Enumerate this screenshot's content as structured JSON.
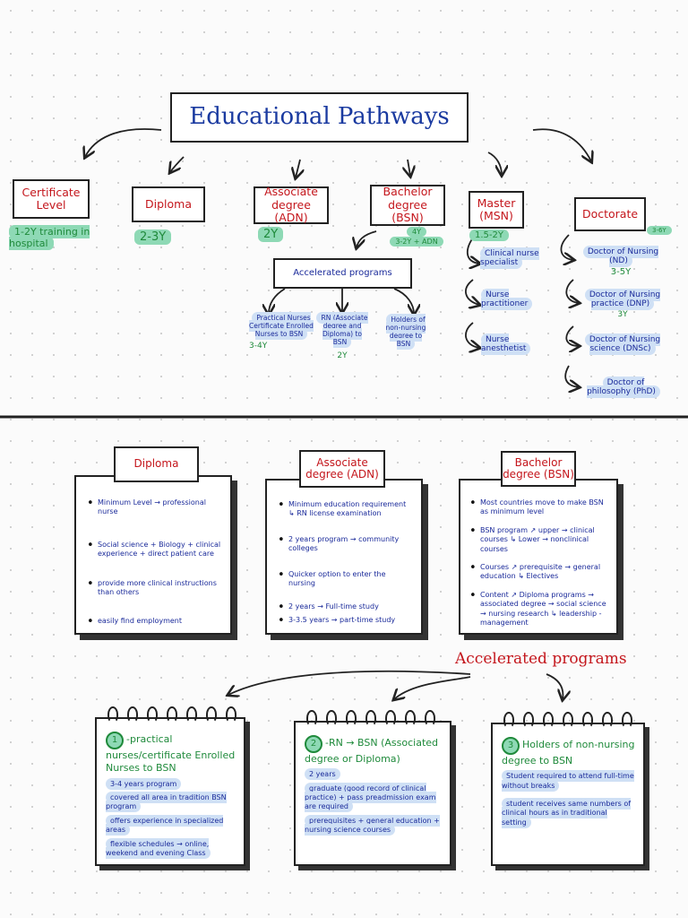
{
  "header": {
    "title": "Educational Pathways"
  },
  "levels": [
    {
      "name": "Certificate Level",
      "duration": "1-2Y training in hospital"
    },
    {
      "name": "Diploma",
      "duration": "2-3Y"
    },
    {
      "name": "Associate degree (ADN)",
      "duration": "2Y"
    },
    {
      "name": "Bachelor degree (BSN)",
      "duration": "4Y",
      "duration2": "3-2Y + ADN"
    },
    {
      "name": "Master (MSN)",
      "duration": "1.5-2Y"
    },
    {
      "name": "Doctorate",
      "duration": "3-6Y"
    }
  ],
  "accelerated": {
    "title": "Accelerated programs",
    "items": [
      {
        "label": "Practical Nurses Certificate Enrolled Nurses to BSN",
        "duration": "3-4Y"
      },
      {
        "label": "RN (Associate degree and Diploma) to BSN",
        "duration": "2Y"
      },
      {
        "label": "Holders of non-nursing degree to BSN",
        "duration": ""
      }
    ]
  },
  "master_roles": [
    "Clinical nurse specialist",
    "Nurse practitioner",
    "Nurse anesthetist"
  ],
  "doctorate_roles": [
    {
      "label": "Doctor of Nursing (ND)",
      "duration": "3-5Y"
    },
    {
      "label": "Doctor of Nursing practice (DNP)",
      "duration": "3Y"
    },
    {
      "label": "Doctor of Nursing science (DNSc)",
      "duration": ""
    },
    {
      "label": "Doctor of philosophy (PhD)",
      "duration": ""
    }
  ],
  "cards": [
    {
      "title": "Diploma",
      "bullets": [
        "Minimum Level → professional nurse",
        "Social science + Biology + clinical experience + direct patient care",
        "provide more clinical instructions than others",
        "easily find employment"
      ]
    },
    {
      "title": "Associate degree (ADN)",
      "bullets": [
        "Minimum education requirement ↳ RN license examination",
        "2 years program → community colleges",
        "Quicker option to enter the nursing",
        "2 years → Full-time study",
        "3-3.5 years → part-time study"
      ]
    },
    {
      "title": "Bachelor degree (BSN)",
      "bullets": [
        "Most countries move to make BSN as minimum level",
        "BSN program ↗ upper → clinical courses ↳ Lower → nonclinical courses",
        "Courses ↗ prerequisite → general education ↳ Electives",
        "Content ↗ Diploma programs → associated degree → social science → nursing research ↳ leadership - management"
      ]
    }
  ],
  "acc_section_title": "Accelerated programs",
  "notes": [
    {
      "num": "1",
      "title": "-practical nurses/certificate Enrolled Nurses to BSN",
      "bullets": [
        "3-4 years program",
        "covered all area in tradition BSN program",
        "offers experience in specialized areas",
        "flexible schedules → online, weekend and evening Class"
      ]
    },
    {
      "num": "2",
      "title": "-RN → BSN (Associated degree or Diploma)",
      "bullets": [
        "2 years",
        "graduate (good record of clinical practice) + pass preadmission exam are required",
        "prerequisites + general education + nursing science courses"
      ]
    },
    {
      "num": "3",
      "title": "Holders of non-nursing degree to BSN",
      "bullets": [
        "Student required to attend full-time without breaks",
        "student receives same numbers of clinical hours as in traditional setting"
      ]
    }
  ]
}
